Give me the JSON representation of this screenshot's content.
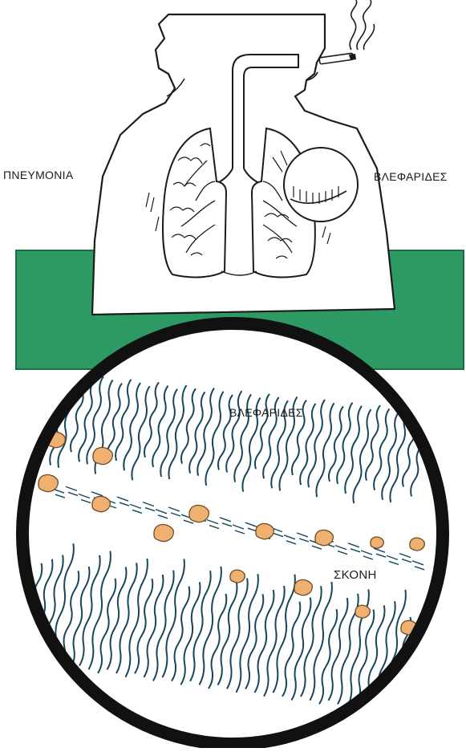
{
  "labels": {
    "lung": "ΠΝΕΥΜΟΝΙΑ",
    "cilia_right": "ΒΛΕΦΑΡΙΔΕΣ",
    "cilia_zoom": "ΒΛΕΦΑΡΙΔΕΣ",
    "dust": "ΣΚΟΝΗ"
  },
  "colors": {
    "band": "#2e9a63",
    "band_edge": "#1d6e45",
    "outline": "#1b1b1b",
    "cilia": "#17465c",
    "dust": "#f0b070",
    "dust_edge": "#6b4a26",
    "lens_ring": "#111111"
  },
  "icons": [
    "cigarette-icon",
    "smoke-icon",
    "lung-icon",
    "magnifier-icon",
    "dust-particle-icon"
  ]
}
